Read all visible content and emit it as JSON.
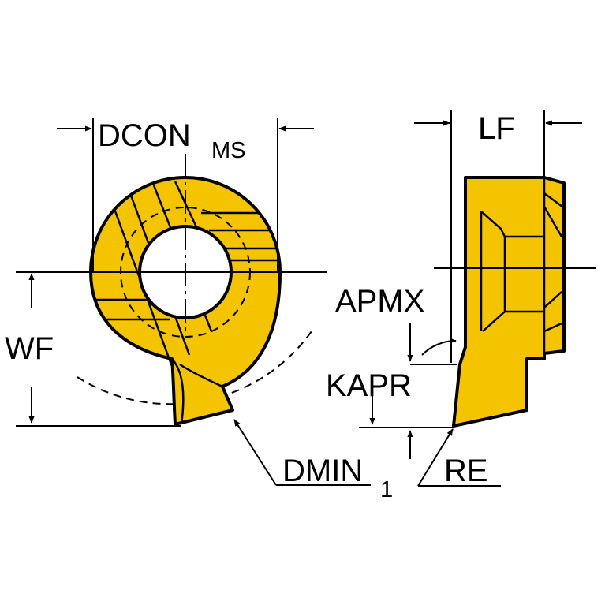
{
  "labels": {
    "dcon": "DCON",
    "dcon_sub": "MS",
    "lf": "LF",
    "wf": "WF",
    "apmx": "APMX",
    "kapr": "KAPR",
    "dmin": "DMIN",
    "dmin_sub": "1",
    "re": "RE"
  },
  "colors": {
    "insert": "#F5C400",
    "lines": "#000000",
    "background": "#FFFFFF"
  }
}
